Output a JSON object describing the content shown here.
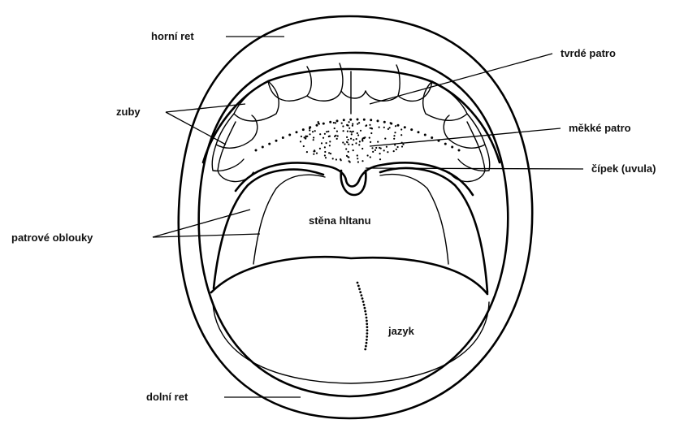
{
  "labels": {
    "upper_lip": "horní ret",
    "teeth": "zuby",
    "hard_palate": "tvrdé patro",
    "soft_palate": "měkké patro",
    "uvula": "čípek (uvula)",
    "palatine_arches": "patrové oblouky",
    "pharynx_wall": "stěna hltanu",
    "tongue": "jazyk",
    "lower_lip": "dolní ret"
  },
  "colors": {
    "ink": "#000000",
    "background": "#ffffff"
  }
}
